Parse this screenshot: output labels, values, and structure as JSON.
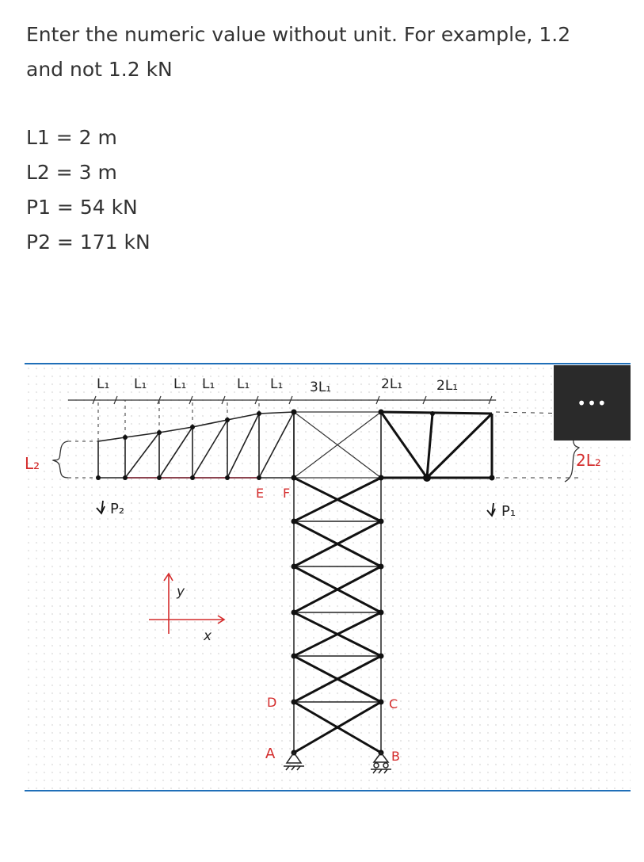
{
  "instructions": "Enter the numeric value without unit. For example, 1.2 and not 1.2 kN",
  "parameters": [
    "L1 = 2 m",
    "L2 = 3 m",
    "P1 = 54 kN",
    "P2 = 171 kN"
  ],
  "figure": {
    "more_button_label": "•••",
    "span_labels": [
      "L₁",
      "L₁",
      "L₁",
      "L₁",
      "L₁",
      "L₁",
      "3L₁",
      "2L₁",
      "2L₁"
    ],
    "height_label_left": "L₂",
    "height_label_right": "2L₂",
    "load_left": "P₂",
    "load_right": "P₁",
    "axis_y": "y",
    "axis_x": "x",
    "node_labels": {
      "E": "E",
      "F": "F",
      "D": "D",
      "C": "C",
      "A": "A",
      "B": "B"
    }
  }
}
